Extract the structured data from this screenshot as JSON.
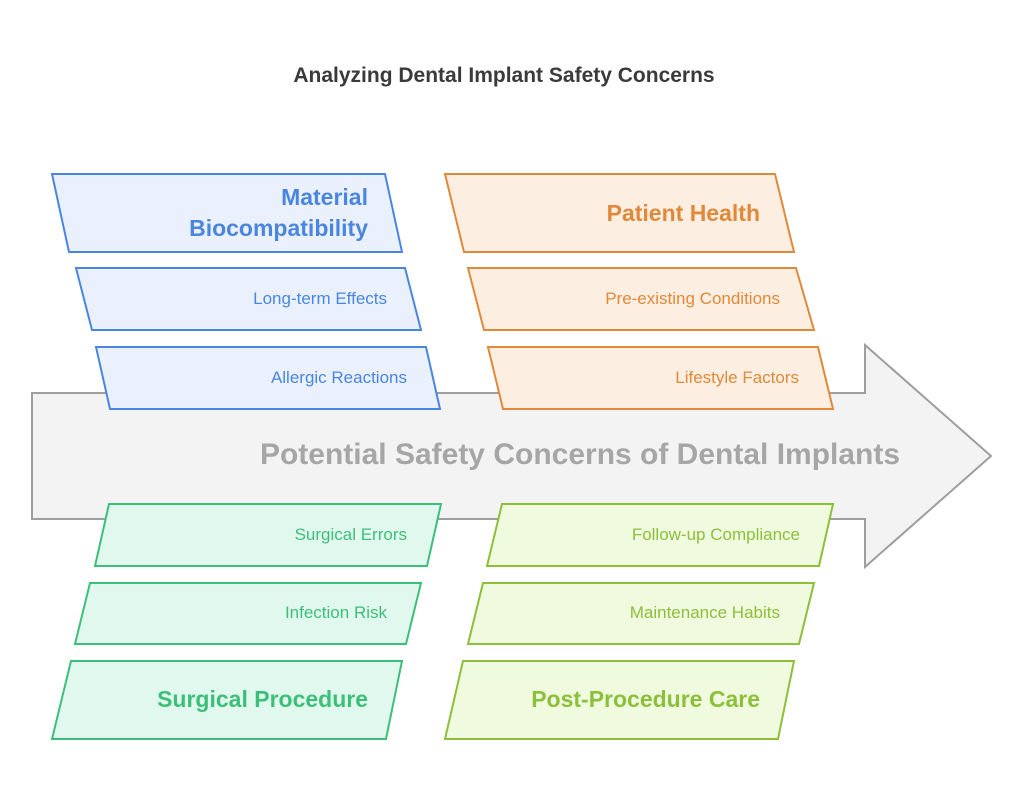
{
  "title": "Analyzing Dental Implant Safety Concerns",
  "spine": {
    "label": "Potential Safety Concerns of Dental Implants",
    "fill": "#f3f3f3",
    "stroke": "#9e9e9e"
  },
  "categories": [
    {
      "name": "Material Biocompatibility",
      "lines": [
        "Material",
        "Biocompatibility"
      ],
      "color": "#4a86e0",
      "fill": "#eaf1fc",
      "items": [
        "Long-term Effects",
        "Allergic Reactions"
      ]
    },
    {
      "name": "Patient Health",
      "lines": [
        "Patient Health"
      ],
      "color": "#e0893a",
      "fill": "#fdeee2",
      "items": [
        "Pre-existing Conditions",
        "Lifestyle Factors"
      ]
    },
    {
      "name": "Surgical Procedure",
      "lines": [
        "Surgical Procedure"
      ],
      "color": "#3dbf7a",
      "fill": "#e1f8ee",
      "items": [
        "Surgical Errors",
        "Infection Risk"
      ]
    },
    {
      "name": "Post-Procedure Care",
      "lines": [
        "Post-Procedure Care"
      ],
      "color": "#8cbf3a",
      "fill": "#f0fadf",
      "items": [
        "Follow-up Compliance",
        "Maintenance Habits"
      ]
    }
  ]
}
